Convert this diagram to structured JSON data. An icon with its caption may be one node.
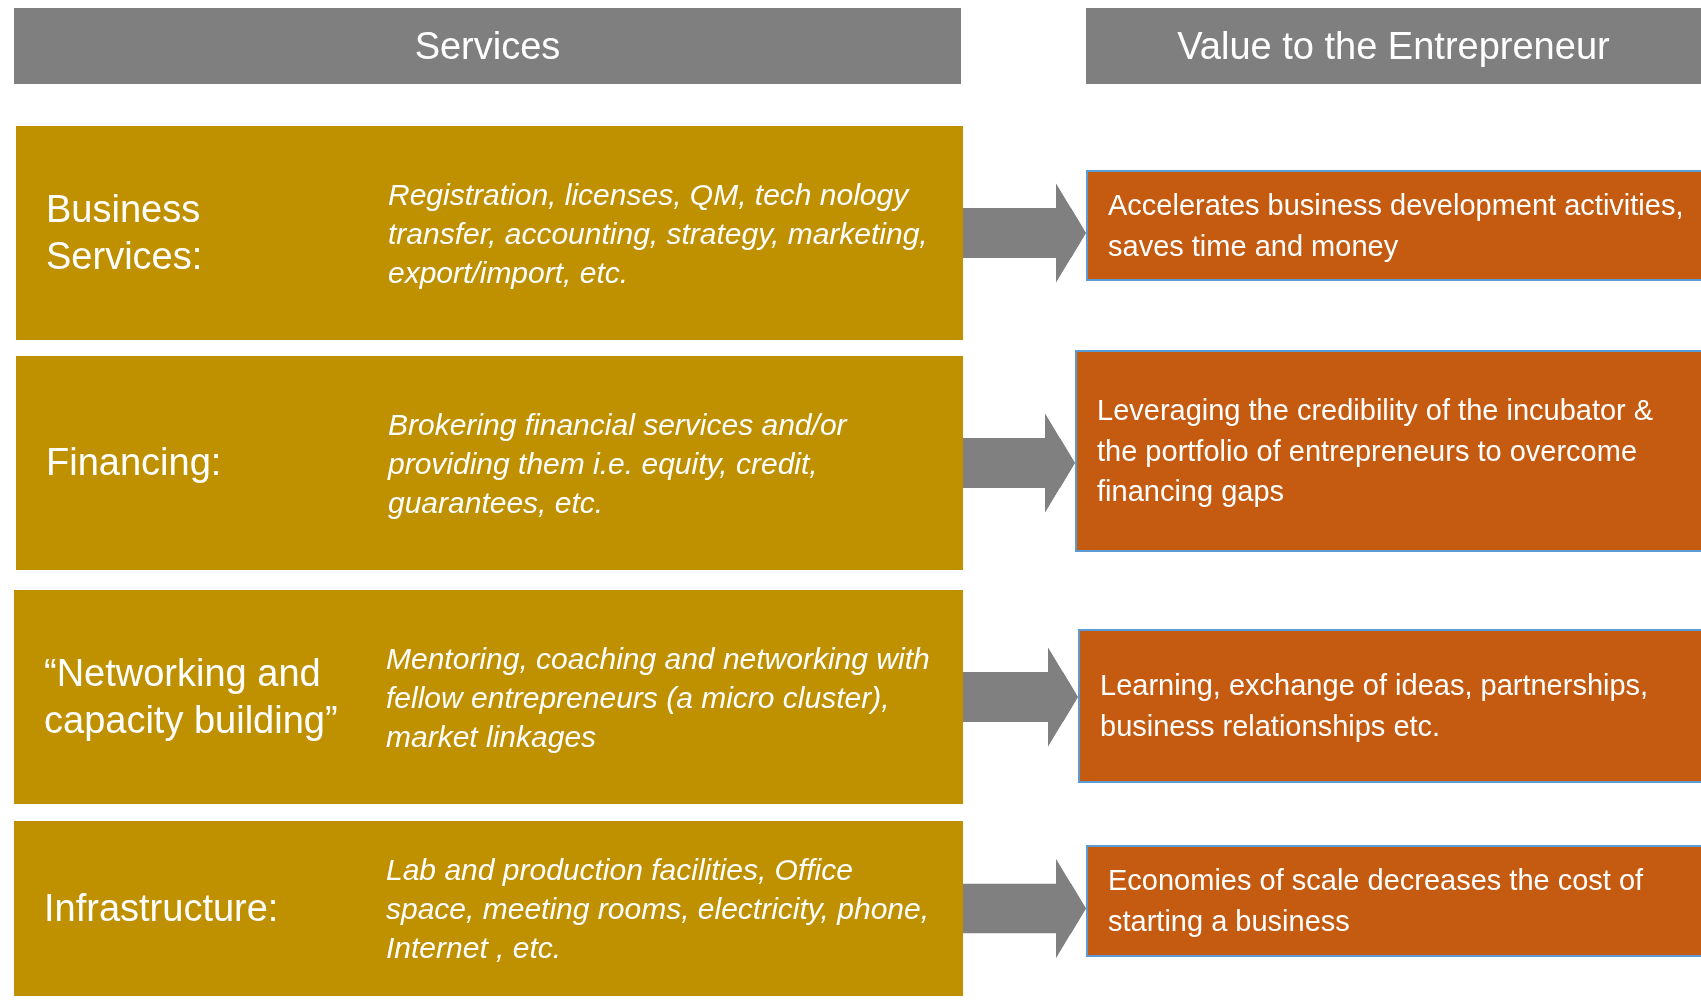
{
  "diagram": {
    "nodes": [
      {
        "text": [
          "Services"
        ]
      },
      {
        "text": [
          "Value to the Entrepreneur"
        ]
      },
      {
        "text": [
          "Business Services:",
          "Registration, licenses, QM, tech nology transfer, accounting, strategy, marketing, export/import, etc."
        ]
      },
      {
        "text": [
          "Financing:",
          "Brokering financial services and/or providing them i.e. equity, credit, guarantees, etc."
        ]
      },
      {
        "text": [
          "“Networking and capacity building”",
          "Mentoring, coaching and networking with fellow entrepreneurs (a micro cluster), market linkages"
        ]
      },
      {
        "text": [
          "Infrastructure:",
          "Lab and production facilities, Office space, meeting rooms, electricity, phone, Internet , etc."
        ]
      },
      {
        "text": [
          "Accelerates business development activities, saves time and money"
        ]
      },
      {
        "text": [
          "Leveraging the credibility of the incubator & the portfolio of entrepreneurs to overcome financing gaps"
        ]
      },
      {
        "text": [
          "Learning, exchange of ideas, partnerships, business relationships etc."
        ]
      },
      {
        "text": [
          "Economies of scale decreases the cost of starting a business"
        ]
      }
    ],
    "edges": [
      {
        "from": 2,
        "to": 6,
        "arrow": "to"
      },
      {
        "from": 3,
        "to": 7,
        "arrow": "to"
      },
      {
        "from": 4,
        "to": 8,
        "arrow": "to"
      },
      {
        "from": 5,
        "to": 9,
        "arrow": "to"
      }
    ]
  }
}
